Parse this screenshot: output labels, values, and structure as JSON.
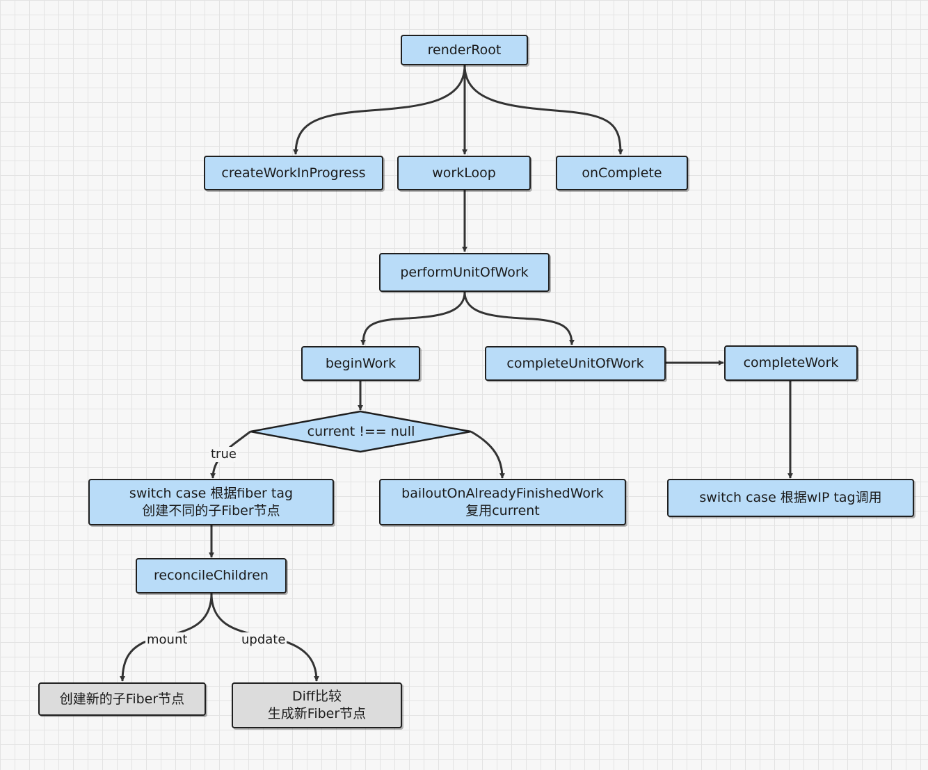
{
  "nodes": {
    "renderRoot": "renderRoot",
    "createWorkInProgress": "createWorkInProgress",
    "workLoop": "workLoop",
    "onComplete": "onComplete",
    "performUnitOfWork": "performUnitOfWork",
    "beginWork": "beginWork",
    "completeUnitOfWork": "completeUnitOfWork",
    "completeWork": "completeWork",
    "condition": "current !== null",
    "switchFiberTag": [
      "switch case 根据fiber tag",
      "创建不同的子Fiber节点"
    ],
    "bailout": [
      "bailoutOnAlreadyFinishedWork",
      "复用current"
    ],
    "switchWipTag": "switch case 根据wIP tag调用",
    "reconcileChildren": "reconcileChildren",
    "createNewChild": "创建新的子Fiber节点",
    "diff": [
      "Diff比较",
      "生成新Fiber节点"
    ]
  },
  "edge_labels": {
    "true": "true",
    "mount": "mount",
    "update": "update"
  },
  "colors": {
    "node_fill": "#b9dcf8",
    "leaf_fill": "#dcdcdc",
    "stroke": "#1f1f1f",
    "edge": "#333333"
  }
}
